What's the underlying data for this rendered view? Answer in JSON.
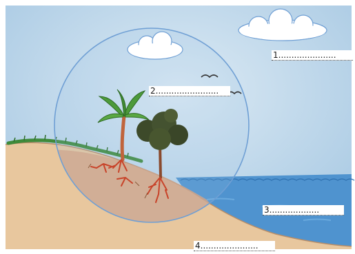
{
  "labels": [
    {
      "number": "1",
      "text": "1......................"
    },
    {
      "number": "2",
      "text": "2........................"
    },
    {
      "number": "3",
      "text": "3..................."
    },
    {
      "number": "4",
      "text": "4......................"
    }
  ],
  "colors": {
    "sky": "#b9d6ea",
    "sea": "#4f93cf",
    "sand": "#e8c79e",
    "soil": "#d9a07c",
    "circle": "#6f9fd4",
    "grass": "#3f8a3a",
    "roots": "#c8442a"
  },
  "icons": [
    "cloud-icon",
    "bird-icon",
    "palm-tree-icon",
    "tree-icon",
    "roots-icon"
  ]
}
